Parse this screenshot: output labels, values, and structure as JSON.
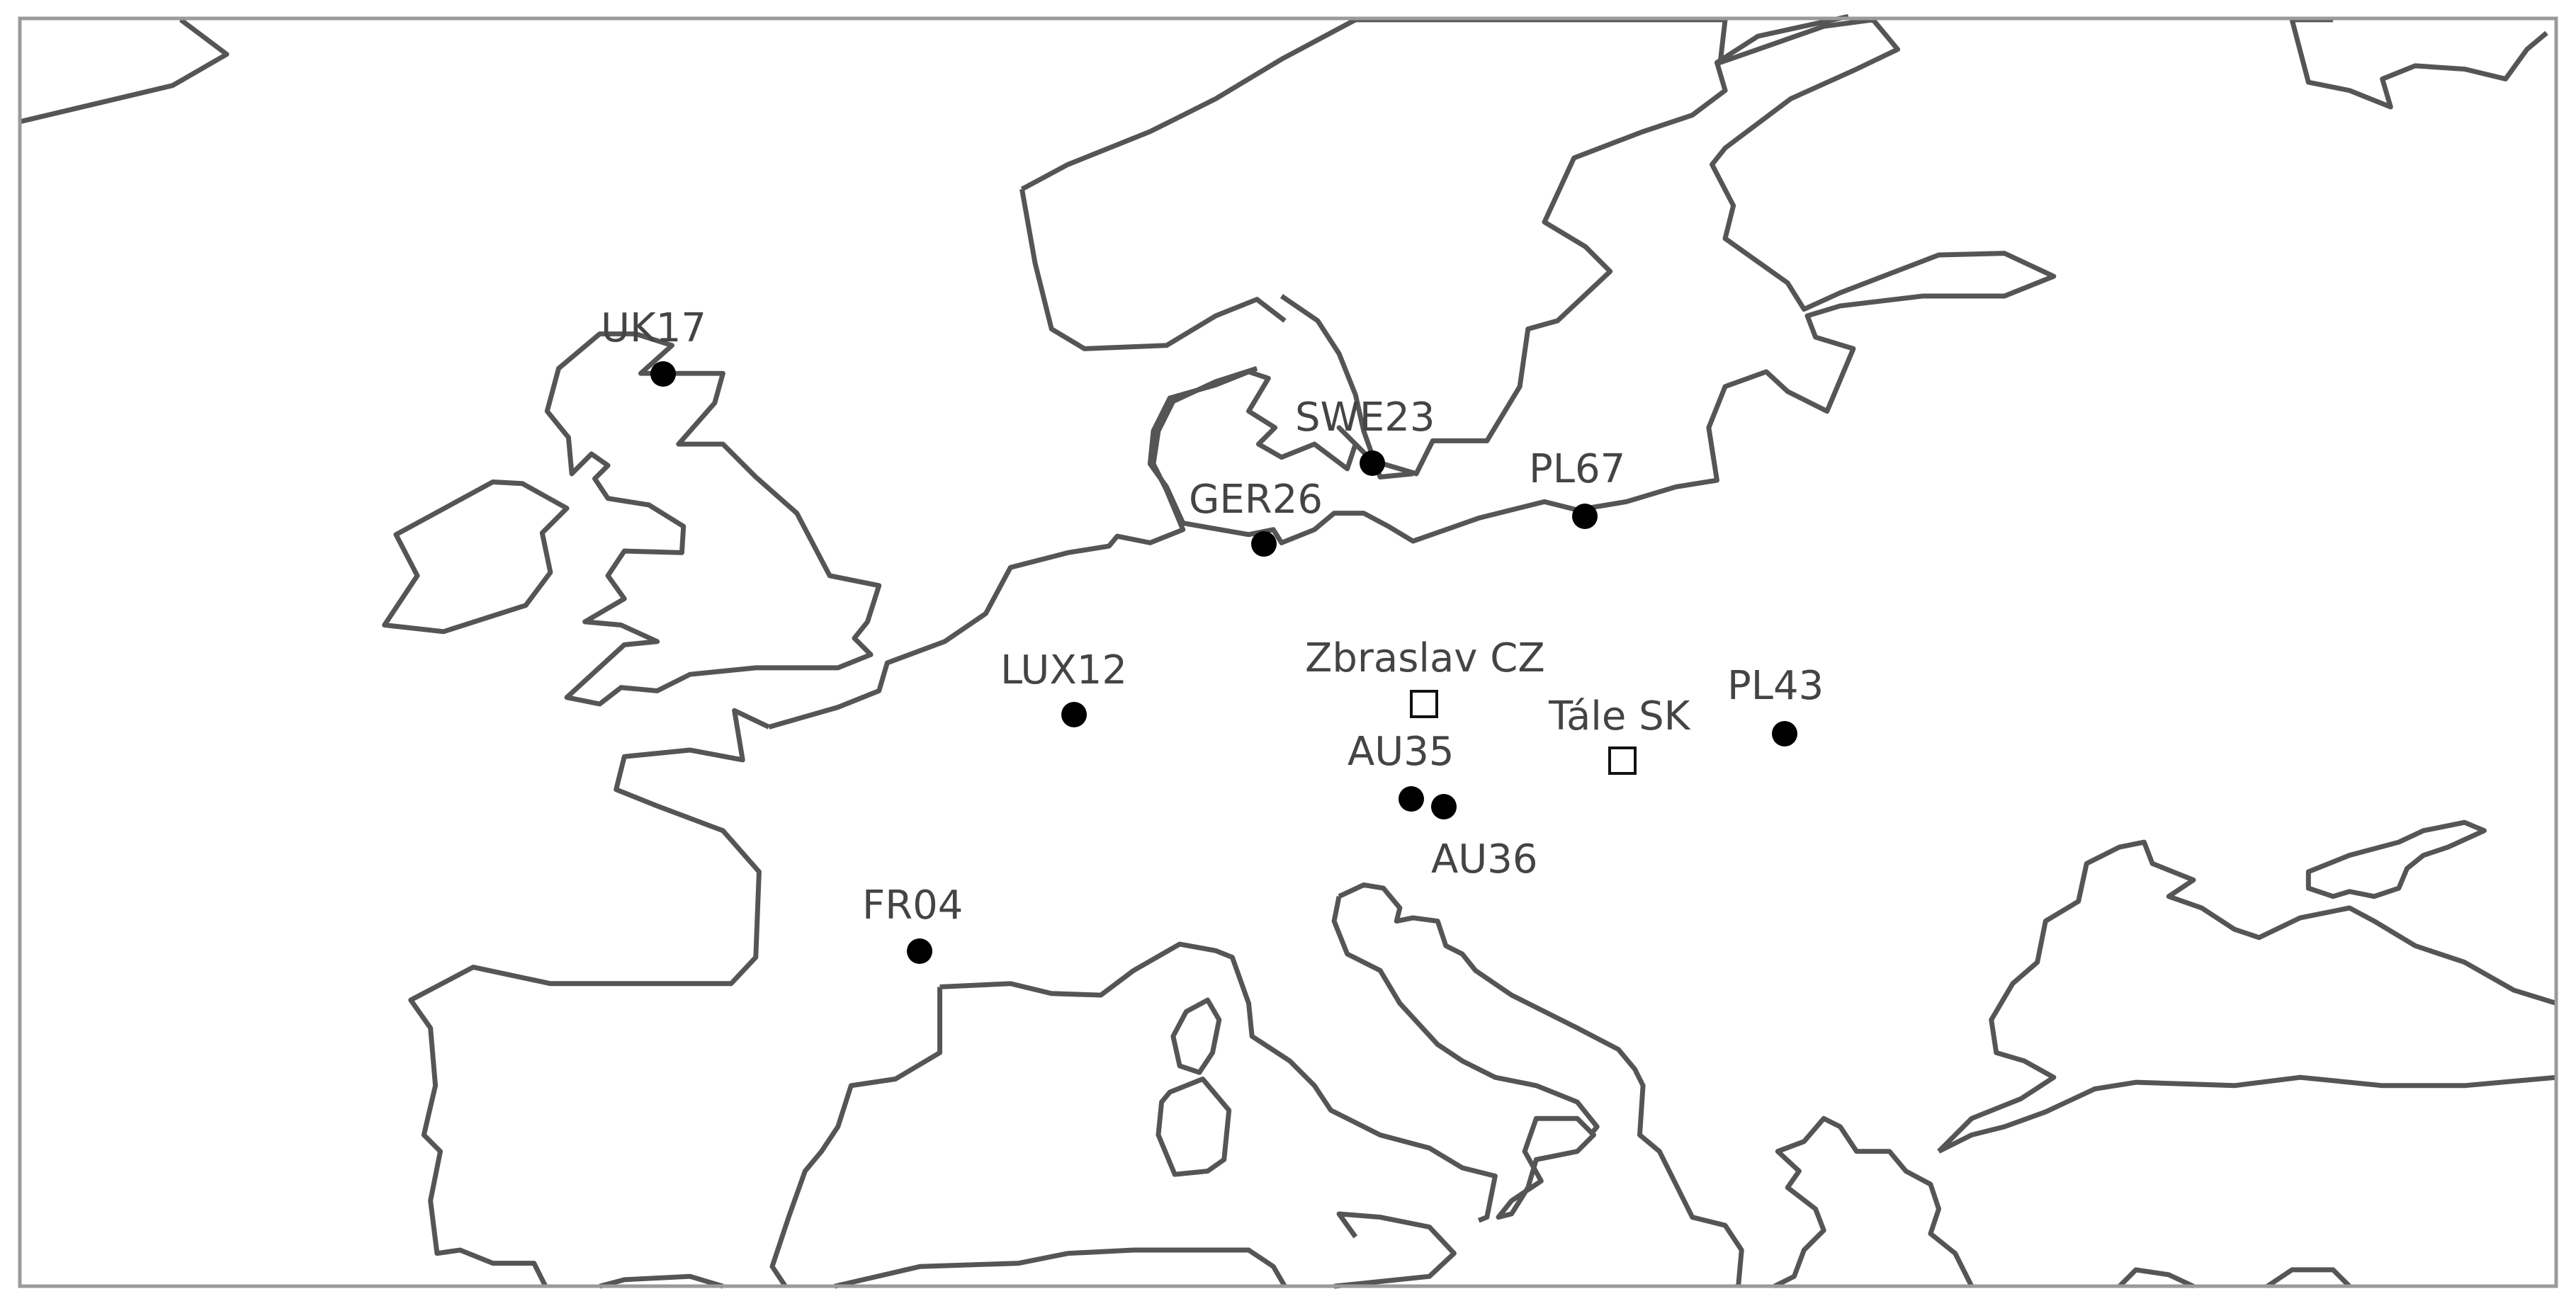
{
  "map": {
    "sites": [
      {
        "id": "UK17",
        "label": "UK17",
        "marker": "circle"
      },
      {
        "id": "SWE23",
        "label": "SWE23",
        "marker": "circle"
      },
      {
        "id": "PL67",
        "label": "PL67",
        "marker": "circle"
      },
      {
        "id": "GER26",
        "label": "GER26",
        "marker": "circle"
      },
      {
        "id": "LUX12",
        "label": "LUX12",
        "marker": "circle"
      },
      {
        "id": "ZbraslavCZ",
        "label": "Zbraslav CZ",
        "marker": "square"
      },
      {
        "id": "PL43",
        "label": "PL43",
        "marker": "circle"
      },
      {
        "id": "TaleSK",
        "label": "Tále SK",
        "marker": "square"
      },
      {
        "id": "AU35",
        "label": "AU35",
        "marker": "circle"
      },
      {
        "id": "AU36",
        "label": "AU36",
        "marker": "circle"
      },
      {
        "id": "FR04",
        "label": "FR04",
        "marker": "circle"
      }
    ],
    "colors": {
      "coastline": "#555555",
      "frame": "#9a9a9a",
      "circle_marker": "#000000",
      "square_marker_stroke": "#111111",
      "label_text": "#444444"
    }
  }
}
